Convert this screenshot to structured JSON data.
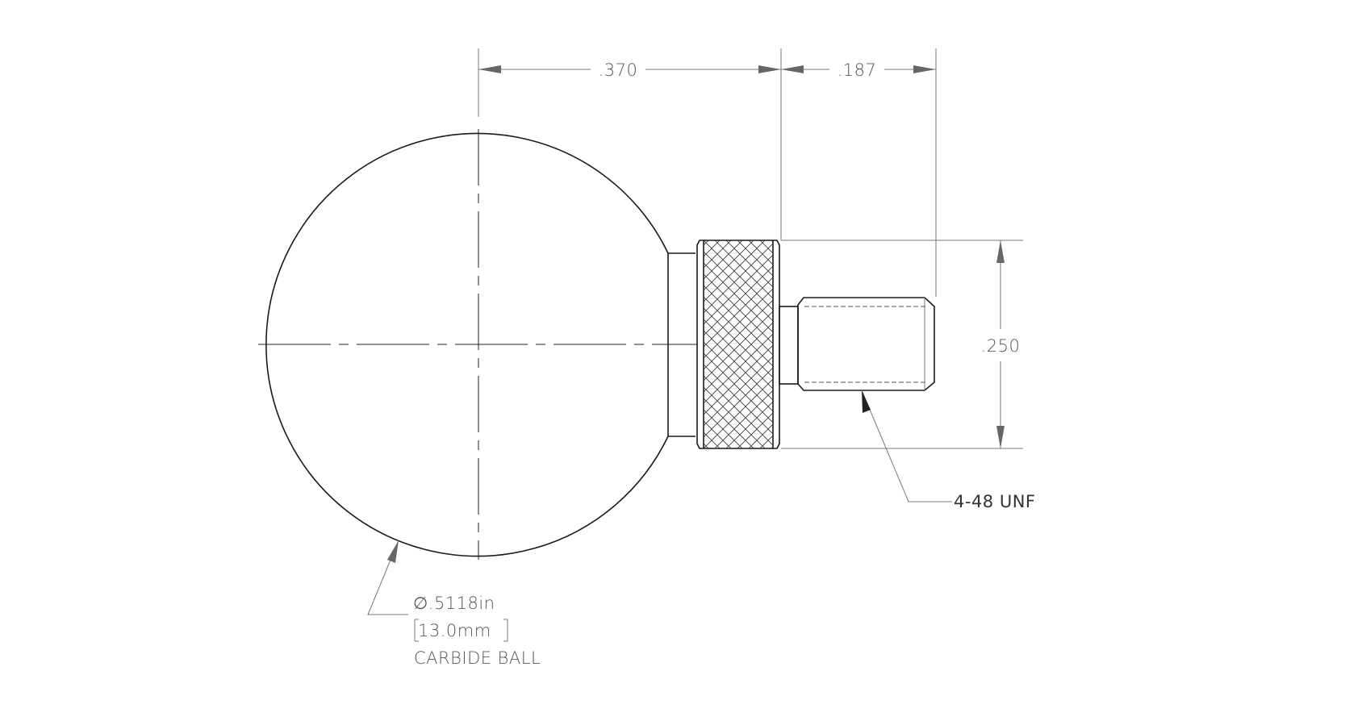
{
  "dimensions": {
    "ball_to_knurl": ".370",
    "thread_length": ".187",
    "knurl_diameter": ".250"
  },
  "callouts": {
    "thread": "4-48 UNF",
    "ball_diameter": {
      "symbol": "∅",
      "inch": ".5118in",
      "mm": "13.0mm",
      "material": "CARBIDE BALL"
    }
  },
  "colors": {
    "line": "#1a1a1a",
    "dimension": "#7a7a7a",
    "text": "#555555"
  }
}
